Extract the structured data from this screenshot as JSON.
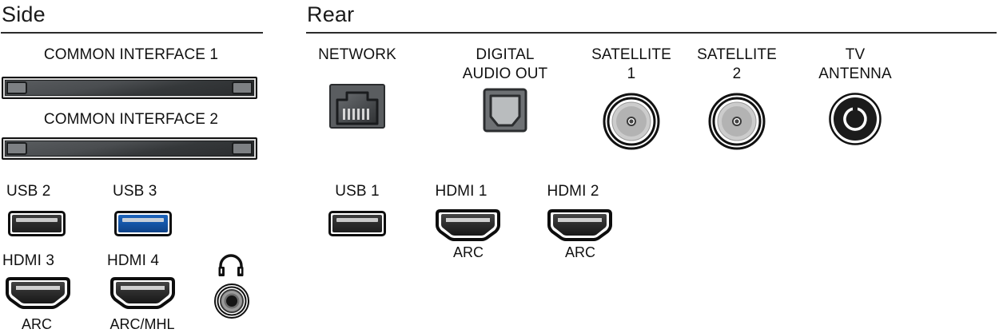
{
  "page": {
    "background": "#ffffff",
    "text_color": "#111111"
  },
  "side": {
    "title": "Side",
    "ports": {
      "common_interface_1": {
        "label": "COMMON INTERFACE 1",
        "icon": "ci-slot-icon"
      },
      "common_interface_2": {
        "label": "COMMON INTERFACE 2",
        "icon": "ci-slot-icon"
      },
      "usb2": {
        "label": "USB 2",
        "icon": "usb-port-icon",
        "color": "#2d2d2d"
      },
      "usb3": {
        "label": "USB 3",
        "icon": "usb-port-icon",
        "color": "#1456a8"
      },
      "hdmi3": {
        "label": "HDMI 3",
        "sublabel": "ARC",
        "icon": "hdmi-port-icon"
      },
      "hdmi4": {
        "label": "HDMI 4",
        "sublabel": "ARC/MHL",
        "icon": "hdmi-port-icon"
      },
      "headphone": {
        "label": "",
        "icon": "headphone-icon"
      }
    }
  },
  "rear": {
    "title": "Rear",
    "ports": {
      "network": {
        "label": "NETWORK",
        "icon": "rj45-network-icon"
      },
      "digital_audio_out": {
        "label": "DIGITAL\nAUDIO OUT",
        "icon": "optical-toslink-icon"
      },
      "satellite1": {
        "label": "SATELLITE\n1",
        "icon": "coax-satellite-icon"
      },
      "satellite2": {
        "label": "SATELLITE\n2",
        "icon": "coax-satellite-icon"
      },
      "tv_antenna": {
        "label": "TV\nANTENNA",
        "icon": "coax-antenna-icon"
      },
      "usb1": {
        "label": "USB 1",
        "icon": "usb-port-icon",
        "color": "#2d2d2d"
      },
      "hdmi1": {
        "label": "HDMI 1",
        "sublabel": "ARC",
        "icon": "hdmi-port-icon"
      },
      "hdmi2": {
        "label": "HDMI 2",
        "sublabel": "ARC",
        "icon": "hdmi-port-icon"
      }
    }
  }
}
